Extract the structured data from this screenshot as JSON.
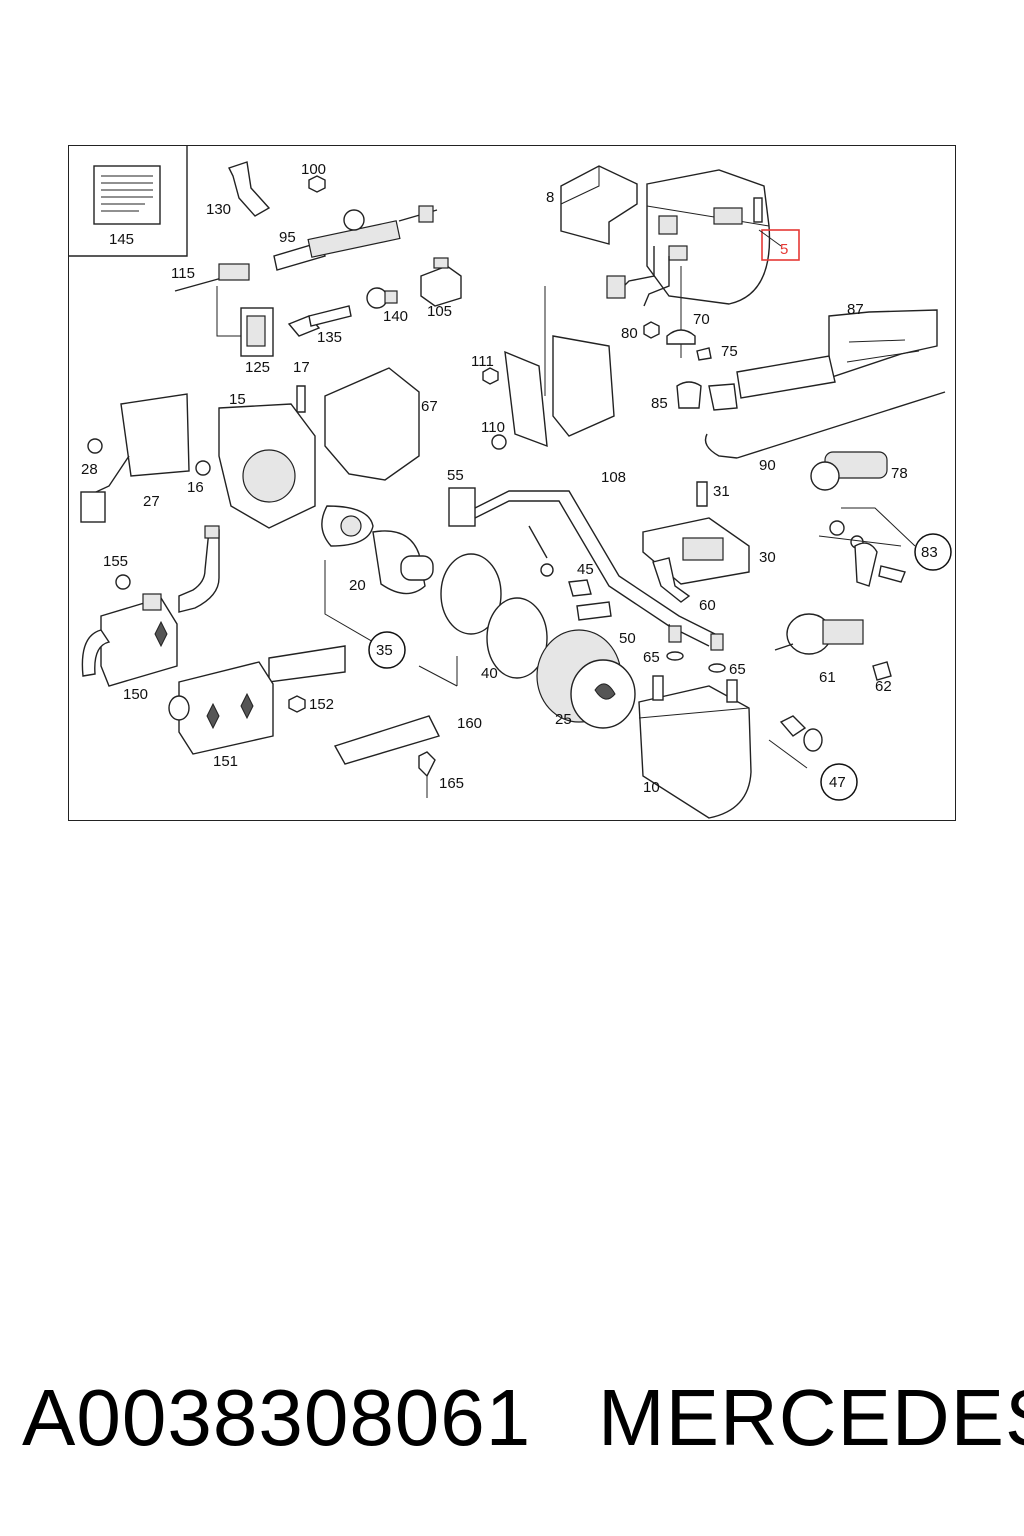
{
  "diagram": {
    "legend_box_label": "145",
    "highlighted_part": "5",
    "parts": {
      "p8": "8",
      "p5": "5",
      "p100": "100",
      "p130": "130",
      "p95": "95",
      "p115": "115",
      "p105": "105",
      "p140": "140",
      "p135": "135",
      "p125": "125",
      "p87": "87",
      "p80": "80",
      "p70": "70",
      "p75": "75",
      "p85": "85",
      "p111": "111",
      "p110": "110",
      "p108": "108",
      "p17": "17",
      "p15": "15",
      "p67": "67",
      "p28": "28",
      "p27": "27",
      "p16": "16",
      "p90": "90",
      "p78": "78",
      "p31": "31",
      "p55": "55",
      "p30": "30",
      "p83": "83",
      "p45": "45",
      "p60": "60",
      "p155": "155",
      "p20": "20",
      "p50": "50",
      "p35": "35",
      "p65a": "65",
      "p65b": "65",
      "p61": "61",
      "p62": "62",
      "p40": "40",
      "p150": "150",
      "p152": "152",
      "p25": "25",
      "p160": "160",
      "p151": "151",
      "p47": "47",
      "p10": "10",
      "p165": "165"
    }
  },
  "footer": {
    "part_number": "A0038308061",
    "brand": "MERCEDES"
  }
}
